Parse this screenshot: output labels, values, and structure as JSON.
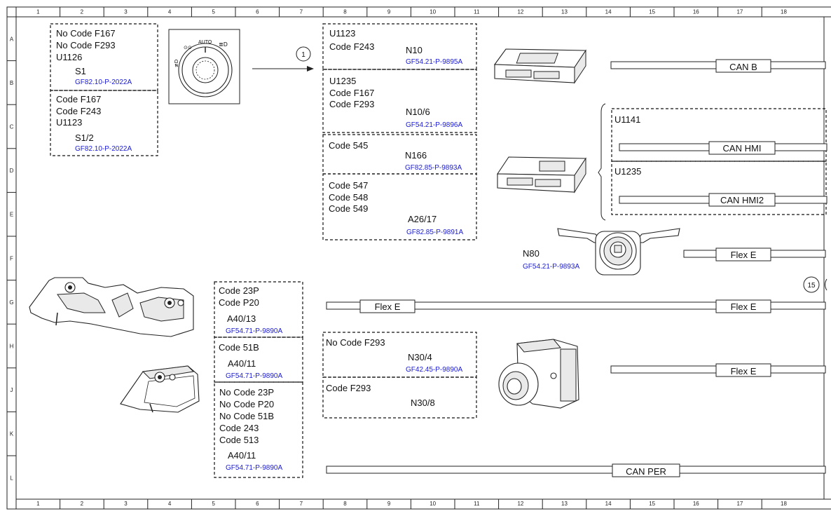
{
  "grid": {
    "columns": [
      "1",
      "2",
      "3",
      "4",
      "5",
      "6",
      "7",
      "8",
      "9",
      "10",
      "11",
      "12",
      "13",
      "14",
      "15",
      "16",
      "17",
      "18"
    ],
    "rows": [
      "A",
      "B",
      "C",
      "D",
      "E",
      "F",
      "G",
      "H",
      "J",
      "K",
      "L"
    ]
  },
  "callouts": {
    "c1": "1",
    "c15": "15"
  },
  "boxes": {
    "s1_top": {
      "lines": [
        "No Code F167",
        "No Code F293",
        "U1126"
      ],
      "component": "S1",
      "ref": "GF82.10-P-2022A"
    },
    "s1_2": {
      "lines": [
        "Code F167",
        "Code F243",
        "U1123"
      ],
      "component": "S1/2",
      "ref": "GF82.10-P-2022A"
    },
    "n10": {
      "lines": [
        "U1123",
        "Code F243"
      ],
      "component": "N10",
      "ref": "GF54.21-P-9895A"
    },
    "n10_6": {
      "lines": [
        "U1235",
        "Code F167",
        "Code F293"
      ],
      "component": "N10/6",
      "ref": "GF54.21-P-9896A"
    },
    "n166": {
      "lines": [
        "Code 545"
      ],
      "component": "N166",
      "ref": "GF82.85-P-9893A"
    },
    "a26_17": {
      "lines": [
        "Code 547",
        "Code 548",
        "Code 549"
      ],
      "component": "A26/17",
      "ref": "GF82.85-P-9891A"
    },
    "a40_13": {
      "lines": [
        "Code 23P",
        "Code P20"
      ],
      "component": "A40/13",
      "ref": "GF54.71-P-9890A"
    },
    "a40_11a": {
      "lines": [
        "Code 51B"
      ],
      "component": "A40/11",
      "ref": "GF54.71-P-9890A"
    },
    "a40_11b": {
      "lines": [
        "No Code 23P",
        "No Code P20",
        "No Code 51B",
        "Code 243",
        "Code 513"
      ],
      "component": "A40/11",
      "ref": "GF54.71-P-9890A"
    },
    "n30_4": {
      "lines": [
        "No Code F293"
      ],
      "component": "N30/4",
      "ref": "GF42.45-P-9890A"
    },
    "n30_8": {
      "lines": [
        "Code F293"
      ],
      "component": "N30/8"
    },
    "u1141": {
      "label": "U1141"
    },
    "u1235": {
      "label": "U1235"
    }
  },
  "n80": {
    "component": "N80",
    "ref": "GF54.21-P-9893A"
  },
  "switch_labels": {
    "auto": "AUTO"
  },
  "buses": {
    "can_b": "CAN B",
    "can_hmi": "CAN HMI",
    "can_hmi2": "CAN HMI2",
    "flex_e_n80": "Flex E",
    "flex_e_left": "Flex E",
    "flex_e_right": "Flex E",
    "flex_e_n30": "Flex E",
    "can_per": "CAN PER"
  }
}
